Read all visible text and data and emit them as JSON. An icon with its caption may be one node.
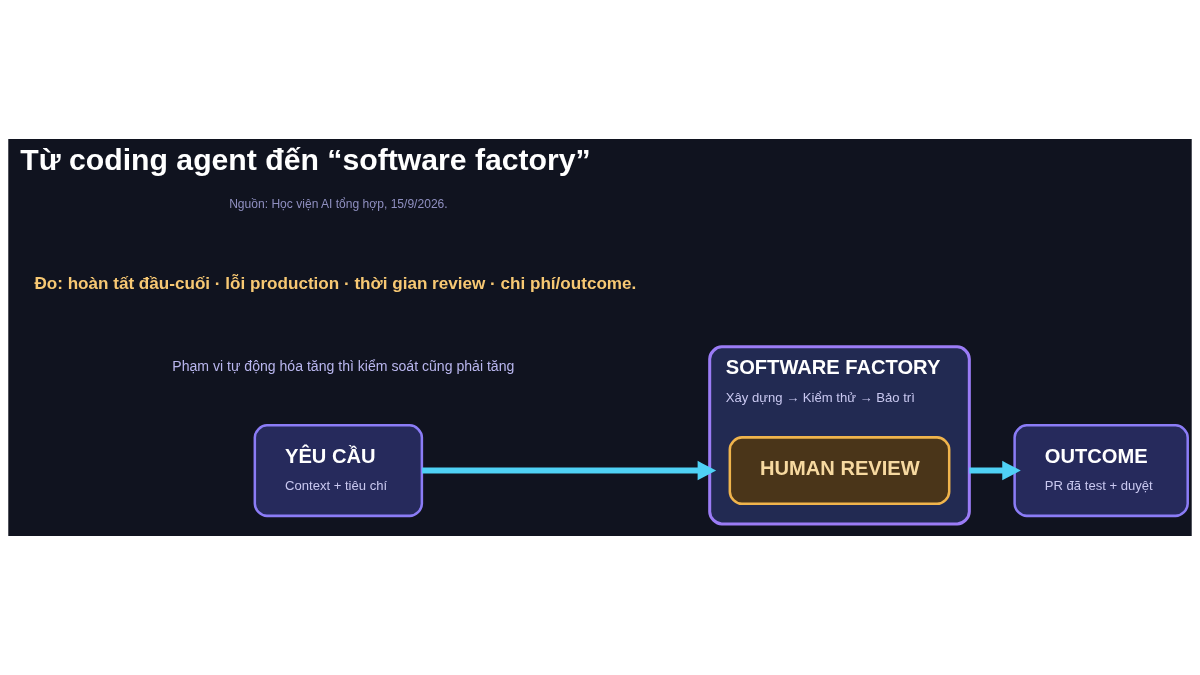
{
  "diagram": {
    "title": "Từ coding agent đến “software factory”",
    "nodes": [
      {
        "text": [
          "YÊU CẦU",
          "Context + tiêu chí"
        ]
      },
      {
        "text": [
          "SOFTWARE FACTORY",
          "Xây dựng → Kiểm thử → Bảo trì"
        ]
      },
      {
        "text": [
          "HUMAN REVIEW"
        ],
        "in": 1
      },
      {
        "text": [
          "OUTCOME",
          "PR đã test + duyệt"
        ]
      }
    ],
    "edges": [
      {
        "from": 0,
        "to": 1,
        "arrow": "to"
      },
      {
        "from": 1,
        "to": 3,
        "arrow": "to"
      }
    ],
    "labels": [
      "Phạm vi tự động hóa tăng thì kiểm soát cũng phải tăng",
      "Đo: hoàn tất đầu-cuối · lỗi production · thời gian review · chi phí/outcome.",
      "Nguồn: Học viện AI tổng hợp, 15/9/2026."
    ]
  }
}
